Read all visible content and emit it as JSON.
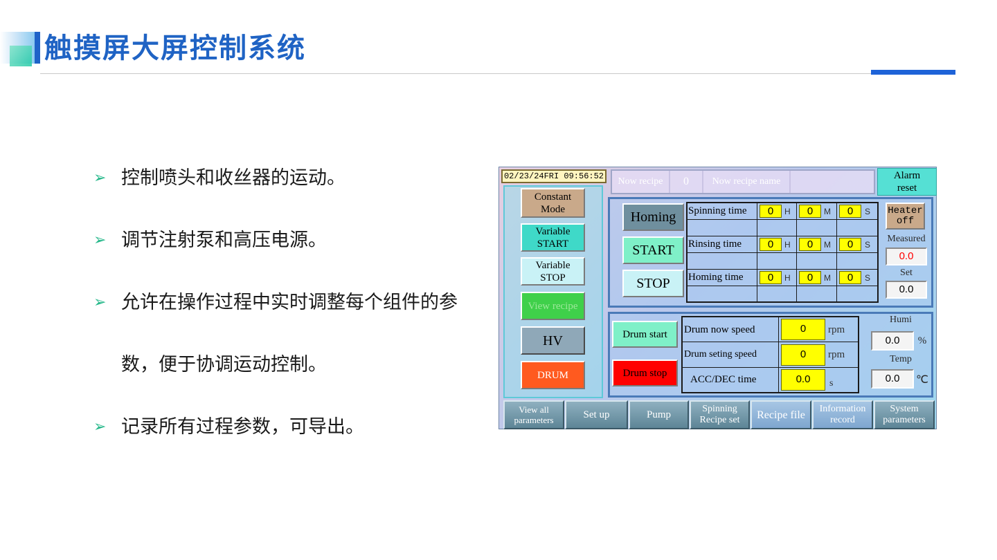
{
  "slide": {
    "title": "触摸屏大屏控制系统",
    "bullets": [
      "控制喷头和收丝器的运动。",
      "调节注射泵和高压电源。",
      "允许在操作过程中实时调整每个组件的参",
      "记录所有过程参数，可导出。"
    ],
    "bullet_continuation": "数，便于协调运动控制。",
    "bullet_marker": "➢"
  },
  "hmi": {
    "clock": "02/23/24FRI 09:56:52",
    "top_bar": {
      "now_recipe_label": "Now recipe",
      "now_recipe_value": "0",
      "now_recipe_name_label": "Now recipe name",
      "now_recipe_name_value": ""
    },
    "alarm_reset": [
      "Alarm",
      "reset"
    ],
    "left_buttons": {
      "constant_mode": [
        "Constant",
        "Mode"
      ],
      "variable_start": [
        "Variable",
        "START"
      ],
      "variable_stop": [
        "Variable",
        "STOP"
      ],
      "view_recipe": "View recipe",
      "hv": "HV",
      "drum": "DRUM"
    },
    "motion": {
      "homing": "Homing",
      "start": "START",
      "stop": "STOP",
      "rows": [
        {
          "label": "Spinning time",
          "h": "0",
          "m": "0",
          "s": "0"
        },
        {
          "label": "Rinsing time",
          "h": "0",
          "m": "0",
          "s": "0"
        },
        {
          "label": "Homing time",
          "h": "0",
          "m": "0",
          "s": "0"
        }
      ],
      "unit_h": "H",
      "unit_m": "M",
      "unit_s": "S"
    },
    "heater": {
      "button": [
        "Heater",
        "off"
      ],
      "measured_label": "Measured",
      "measured_value": "0.0",
      "set_label": "Set",
      "set_value": "0.0"
    },
    "drum": {
      "start": "Drum start",
      "stop": "Drum stop",
      "rows": [
        {
          "label": "Drum  now speed",
          "value": "0",
          "unit": "rpm"
        },
        {
          "label": "Drum  seting speed",
          "value": "0",
          "unit": "rpm"
        },
        {
          "label": "ACC/DEC time",
          "value": "0.0",
          "unit": "s"
        }
      ]
    },
    "env": {
      "humi_label": "Humi",
      "humi_value": "0.0",
      "humi_unit": "%",
      "temp_label": "Temp",
      "temp_value": "0.0",
      "temp_unit": "℃"
    },
    "nav": [
      [
        "View all",
        "parameters"
      ],
      [
        "Set up"
      ],
      [
        "Pump"
      ],
      [
        "Spinning",
        "Recipe set"
      ],
      [
        "Recipe file"
      ],
      [
        "Information",
        "record"
      ],
      [
        "System",
        "parameters"
      ]
    ],
    "colors": {
      "constant_mode": "#c9a98a",
      "variable_start": "#3fd9c8",
      "variable_stop": "#c9f2f6",
      "view_recipe": "#3fd04a",
      "hv": "#8fa8b8",
      "drum": "#ff5a1f",
      "drum_start": "#7ff0c8",
      "drum_stop": "#ff0000",
      "value_yellow": "#ffff00",
      "measured_text": "#ff0000"
    }
  }
}
